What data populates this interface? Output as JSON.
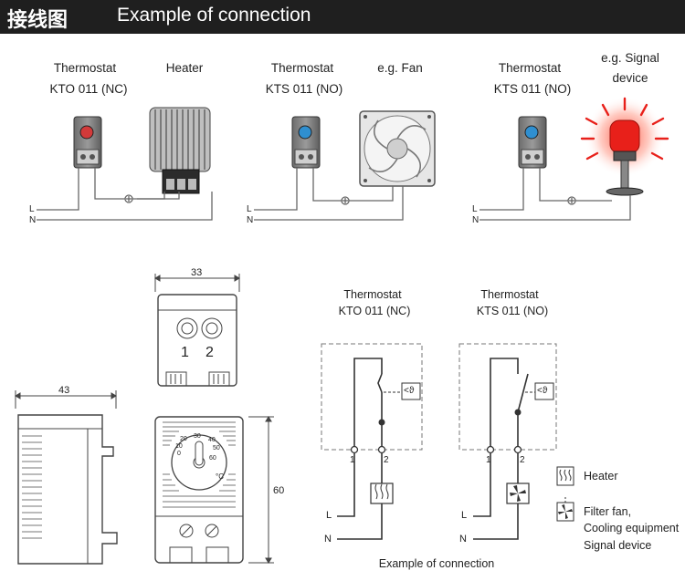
{
  "header": {
    "title_cn": "接线图",
    "title_en": "Example of connection"
  },
  "top_panels": [
    {
      "thermostat_line1": "Thermostat",
      "thermostat_line2": "KTO 011 (NC)",
      "device_label": "Heater"
    },
    {
      "thermostat_line1": "Thermostat",
      "thermostat_line2": "KTS 011 (NO)",
      "device_label": "e.g. Fan"
    },
    {
      "thermostat_line1": "Thermostat",
      "thermostat_line2": "KTS 011 (NO)",
      "device_line1": "e.g. Signal",
      "device_line2": "device"
    }
  ],
  "wire_labels": {
    "l": "L",
    "n": "N"
  },
  "dimensions": {
    "width": "33",
    "depth": "43",
    "height": "60"
  },
  "terminal_numbers": [
    "1",
    "2"
  ],
  "dial": {
    "scale": [
      "0",
      "10",
      "20",
      "30",
      "40",
      "50",
      "60"
    ],
    "unit": "°C"
  },
  "schematics": [
    {
      "title_line1": "Thermostat",
      "title_line2": "KTO 011 (NC)",
      "pin1": "1",
      "pin2": "2"
    },
    {
      "title_line1": "Thermostat",
      "title_line2": "KTS 011 (NO)",
      "pin1": "1",
      "pin2": "2"
    }
  ],
  "temp_symbol": "<ϑ",
  "legend": {
    "heater": "Heater",
    "fan_line1": "Filter fan,",
    "fan_line2": "Cooling equipment",
    "fan_line3": "Signal device"
  },
  "caption": "Example of connection",
  "colors": {
    "header_bg": "#1f1f1f",
    "nc_dial": "#d23a3a",
    "no_dial": "#2f8fd0",
    "signal_red": "#e8201a"
  }
}
